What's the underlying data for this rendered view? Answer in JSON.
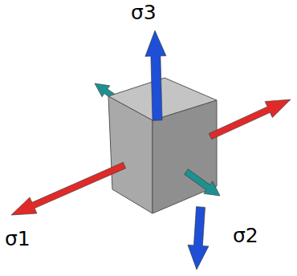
{
  "diagram": {
    "labels": [
      "σ3",
      "σ1",
      "σ2"
    ]
  }
}
